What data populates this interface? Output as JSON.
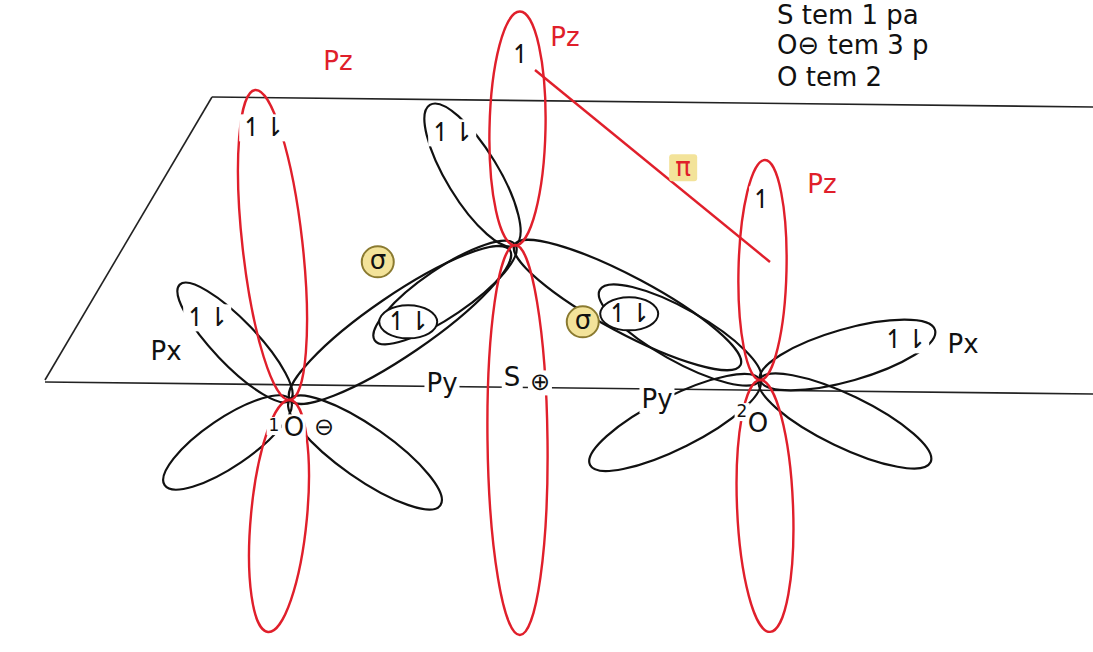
{
  "diagram": {
    "labels": [
      "S tem 1 pa",
      "O⊖ tem 3 p",
      "O tem 2",
      "Pz",
      "Pz",
      "Pz",
      "π",
      "σ",
      "σ",
      "↿⇂",
      "↿⇂",
      "↿⇂",
      "↿⇂",
      "↿",
      "↿⇂",
      "↿",
      "↿⇂",
      "Px",
      "Py",
      "Py",
      "Px",
      "1",
      "O",
      "⊖",
      "S",
      "⊕",
      "2",
      "O"
    ]
  }
}
